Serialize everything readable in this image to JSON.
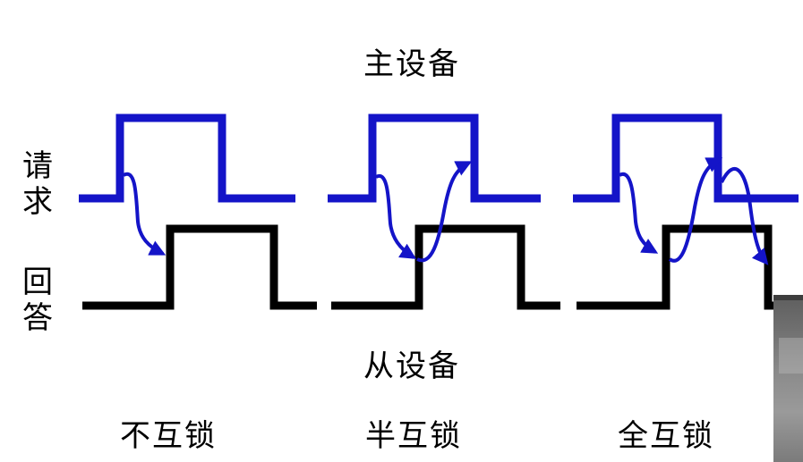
{
  "top_label": "主设备",
  "bottom_label": "从设备",
  "side_labels": {
    "request": [
      "请",
      "求"
    ],
    "reply": [
      "回",
      "答"
    ]
  },
  "modes": [
    {
      "label": "不互锁"
    },
    {
      "label": "半互锁"
    },
    {
      "label": "全互锁"
    }
  ],
  "colors": {
    "request_signal": "#1414c8",
    "reply_signal": "#000000",
    "text": "#000000"
  }
}
